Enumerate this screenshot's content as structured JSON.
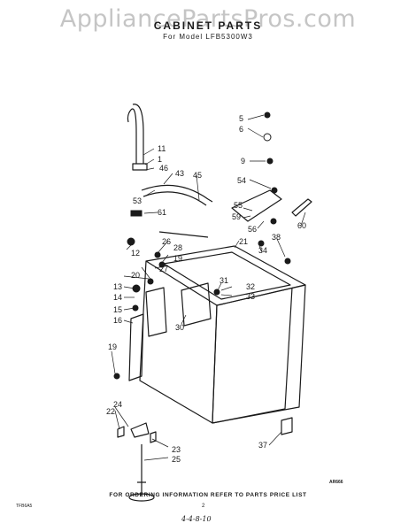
{
  "watermark": "AppliancePartsPros.com",
  "header": {
    "title": "CABINET PARTS",
    "subtitle": "For Model LFB5300W3"
  },
  "diagram": {
    "figure_ref": "AR666",
    "callouts": [
      "5",
      "6",
      "9",
      "11",
      "1",
      "46",
      "43",
      "45",
      "53",
      "54",
      "55",
      "59",
      "61",
      "60",
      "56",
      "21",
      "38",
      "26",
      "28",
      "12",
      "19",
      "34",
      "27",
      "20",
      "31",
      "32",
      "33",
      "13",
      "14",
      "15",
      "16",
      "30",
      "19",
      "24",
      "22",
      "23",
      "25",
      "37"
    ]
  },
  "footer": {
    "note": "FOR ORDERING INFORMATION REFER TO PARTS PRICE LIST",
    "doc_code": "TFB6A5",
    "page_number": "2",
    "handwritten": "4-4-8-10"
  }
}
